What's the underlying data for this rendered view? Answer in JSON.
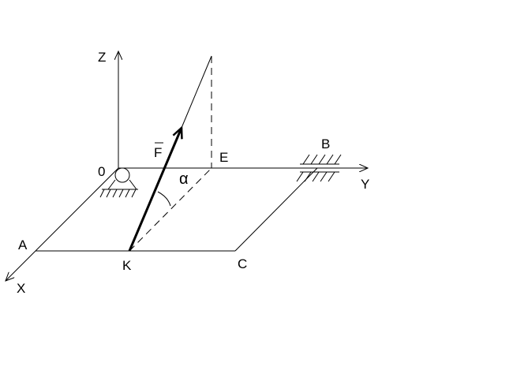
{
  "labels": {
    "z": "Z",
    "y": "Y",
    "x": "X",
    "origin": "0",
    "a": "A",
    "b": "B",
    "c": "C",
    "e": "E",
    "k": "K",
    "force": "F",
    "angle": "α"
  }
}
